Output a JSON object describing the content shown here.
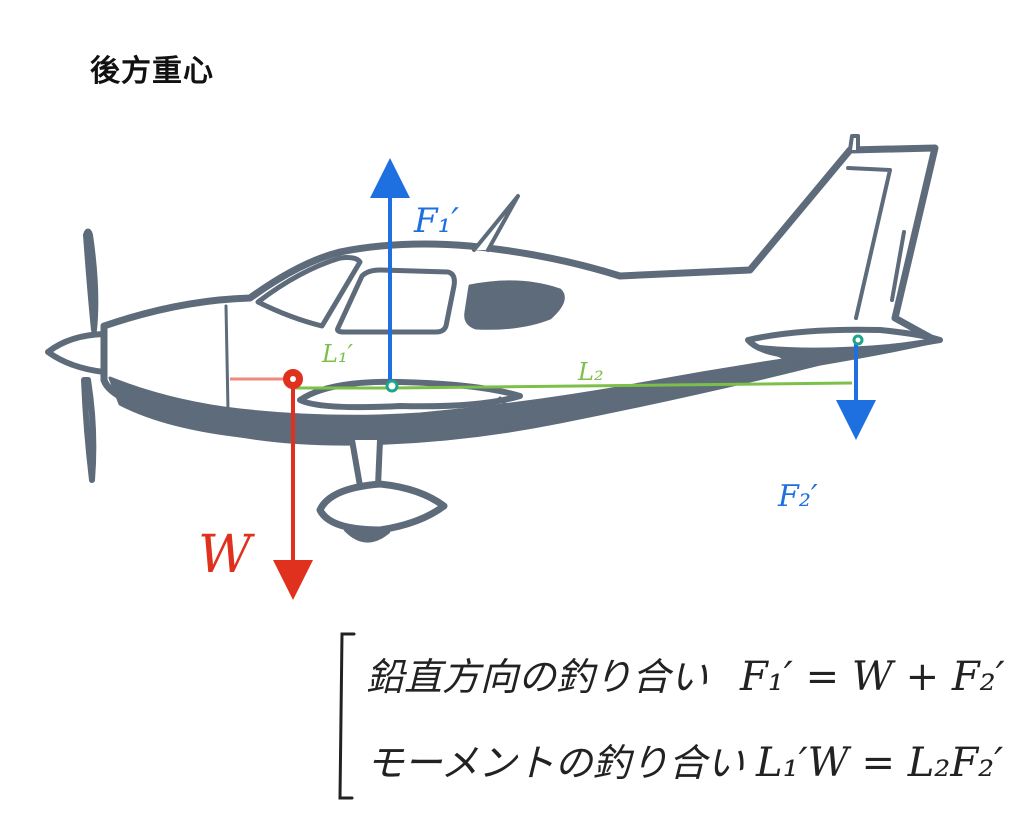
{
  "title": "後方重心",
  "colors": {
    "airplane": "#5d6b7b",
    "lift": "#1e6fe0",
    "tail_force": "#1e6fe0",
    "weight": "#e0301e",
    "arms": "#7cc04a"
  },
  "labels": {
    "lift": "F₁′",
    "tail_force": "F₂′",
    "weight": "W",
    "arm1": "L₁′",
    "arm2": "L₂"
  },
  "notes": {
    "vertical_label": "鉛直方向の釣り合い",
    "vertical_eq": "F₁′ = W + F₂′",
    "moment_label": "モーメントの釣り合い",
    "moment_eq": "L₁′W = L₂F₂′"
  }
}
